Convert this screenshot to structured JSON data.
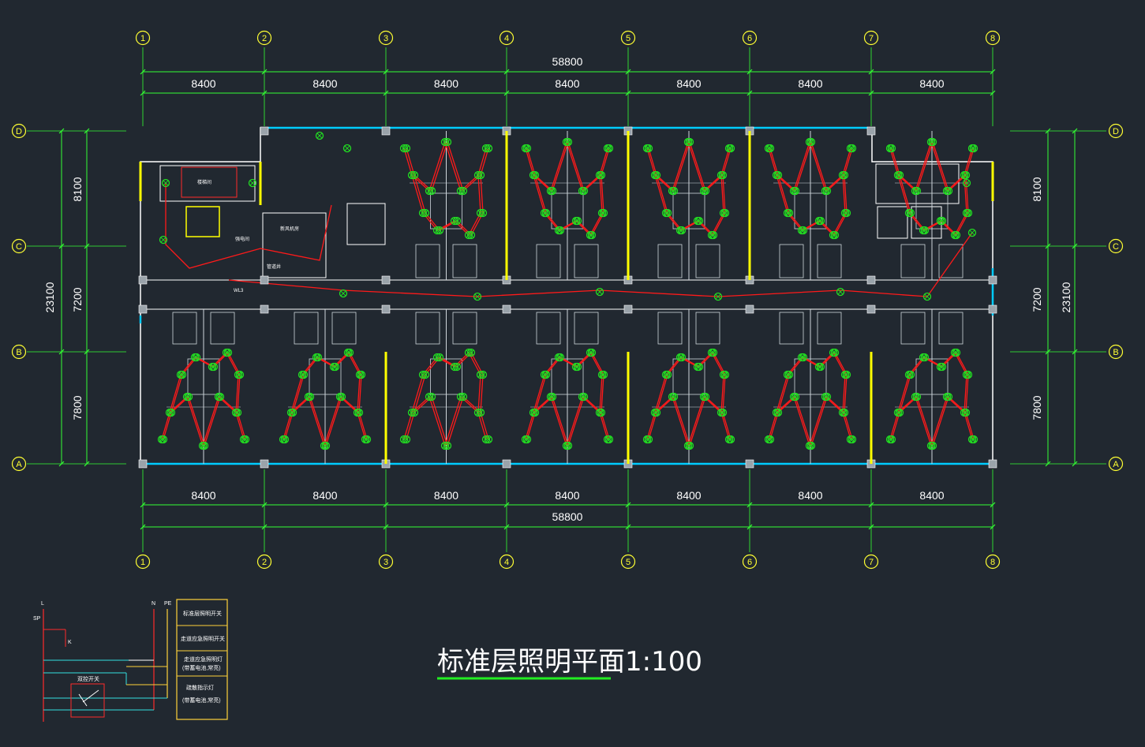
{
  "drawing": {
    "title": "标准层照明平面1:100",
    "colors": {
      "background": "#212830",
      "dimension": "#33ff33",
      "wall": "#ffffff",
      "circuit": "#ff1a1a",
      "fixture": "#22dd22",
      "window": "#00ccff",
      "column": "#ffff00",
      "axis_bubble": "#ffff33",
      "title_underline": "#22ee22"
    }
  },
  "dimensions": {
    "total_top": "58800",
    "total_bottom": "58800",
    "bays_top": [
      "8400",
      "8400",
      "8400",
      "8400",
      "8400",
      "8400",
      "8400"
    ],
    "bays_bottom": [
      "8400",
      "8400",
      "8400",
      "8400",
      "8400",
      "8400",
      "8400"
    ],
    "left": {
      "total": "23100",
      "segments": [
        "8100",
        "7200",
        "7800"
      ]
    },
    "right": {
      "total": "23100",
      "segments": [
        "8100",
        "7200",
        "7800"
      ]
    }
  },
  "axes": {
    "columns": [
      "1",
      "2",
      "3",
      "4",
      "5",
      "6",
      "7",
      "8"
    ],
    "rows": [
      "D",
      "C",
      "B",
      "A"
    ]
  },
  "rooms": {
    "stair_left": "楼梯间",
    "corridor_label": "WL3",
    "service_room": "新风机房",
    "shaft": "管道井",
    "electrical": "强电间"
  },
  "legend": {
    "items": [
      "标准层照明开关",
      "走道应急照明开关",
      "走道应急照明灯",
      "(带蓄电池,常亮)",
      "疏散指示灯",
      "(带蓄电池,常亮)"
    ],
    "switch_label": "双控开关",
    "line_labels": [
      "L",
      "N",
      "PE"
    ],
    "tag_sp": "SP",
    "tag_k": "K"
  }
}
